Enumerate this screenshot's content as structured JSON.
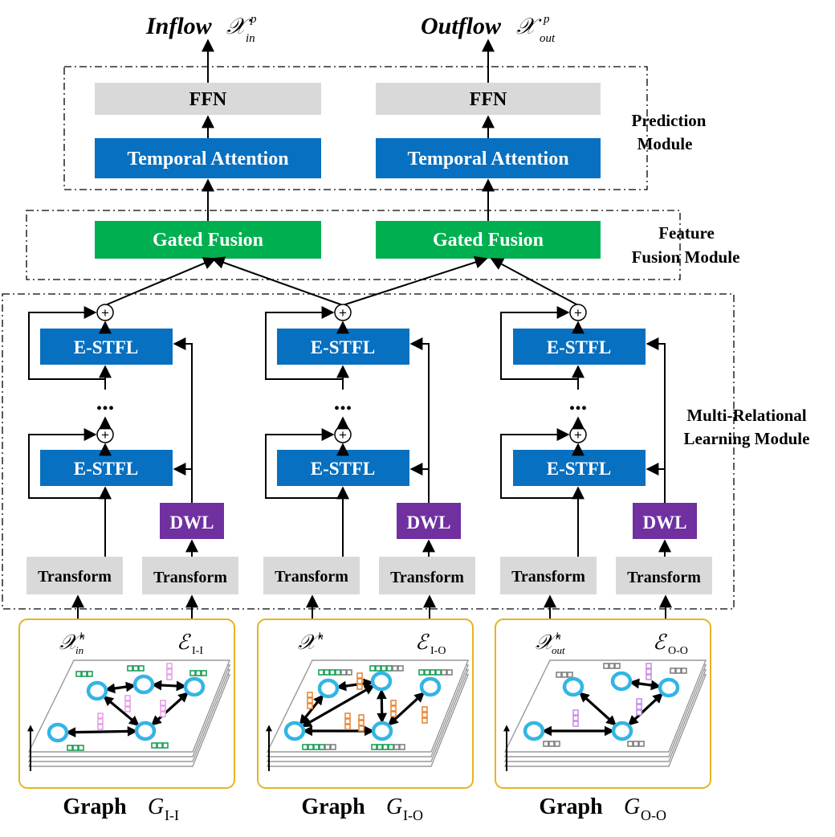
{
  "top_labels": {
    "inflow_word": "Inflow",
    "outflow_word": "Outflow",
    "symbol": "𝒳",
    "sup": "p",
    "sub_in": "in",
    "sub_out": "out"
  },
  "prediction": {
    "ffn": "FFN",
    "temporal_attention": "Temporal Attention",
    "module_line1": "Prediction",
    "module_line2": "Module"
  },
  "fusion": {
    "gated_fusion": "Gated Fusion",
    "module_line1": "Feature",
    "module_line2": "Fusion Module"
  },
  "multi_relational": {
    "estfl": "E-STFL",
    "dwl": "DWL",
    "transform": "Transform",
    "dots": "...",
    "plus": "+",
    "module_line1": "Multi-Relational",
    "module_line2": "Learning Module"
  },
  "graph_inputs": [
    {
      "x_symbol": "𝒳",
      "x_sup": "h",
      "x_sub": "in",
      "e_symbol": "ℰ",
      "e_sub": "I-I",
      "caption": "Graph",
      "g_symbol": "G",
      "g_sub": "I-I"
    },
    {
      "x_symbol": "𝒳",
      "x_sup": "h",
      "x_sub": "",
      "e_symbol": "ℰ",
      "e_sub": "I-O",
      "caption": "Graph",
      "g_symbol": "G",
      "g_sub": "I-O"
    },
    {
      "x_symbol": "𝒳",
      "x_sup": "h",
      "x_sub": "out",
      "e_symbol": "ℰ",
      "e_sub": "O-O",
      "caption": "Graph",
      "g_symbol": "G",
      "g_sub": "O-O"
    }
  ],
  "colors": {
    "blue": "#0870C0",
    "green": "#00B050",
    "purple": "#7030A0",
    "gray_box": "#D9D9D9",
    "node": "#33B5E5",
    "frame": "#E6B422"
  }
}
